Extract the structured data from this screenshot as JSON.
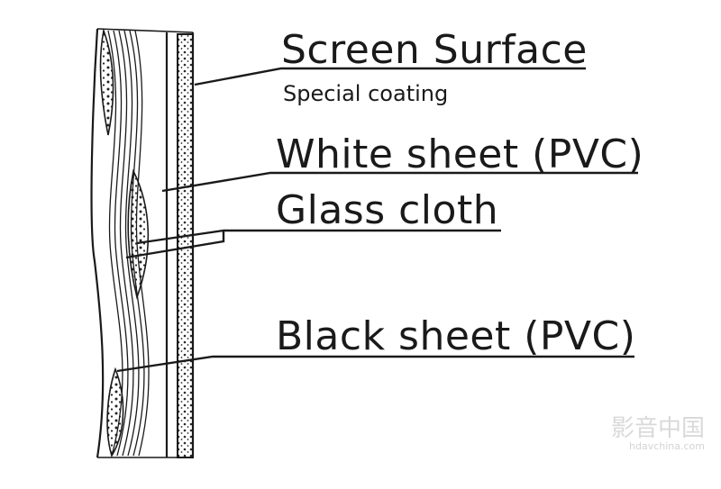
{
  "labels": {
    "screen_surface": "Screen Surface",
    "special_coating": "Special coating",
    "white_sheet": "White sheet (PVC)",
    "glass_cloth": "Glass cloth",
    "black_sheet": "Black sheet (PVC)"
  },
  "watermark": {
    "text": "影音中国",
    "url": "hdavchina.com"
  },
  "colors": {
    "ink": "#1a1a1a",
    "background": "#ffffff"
  }
}
